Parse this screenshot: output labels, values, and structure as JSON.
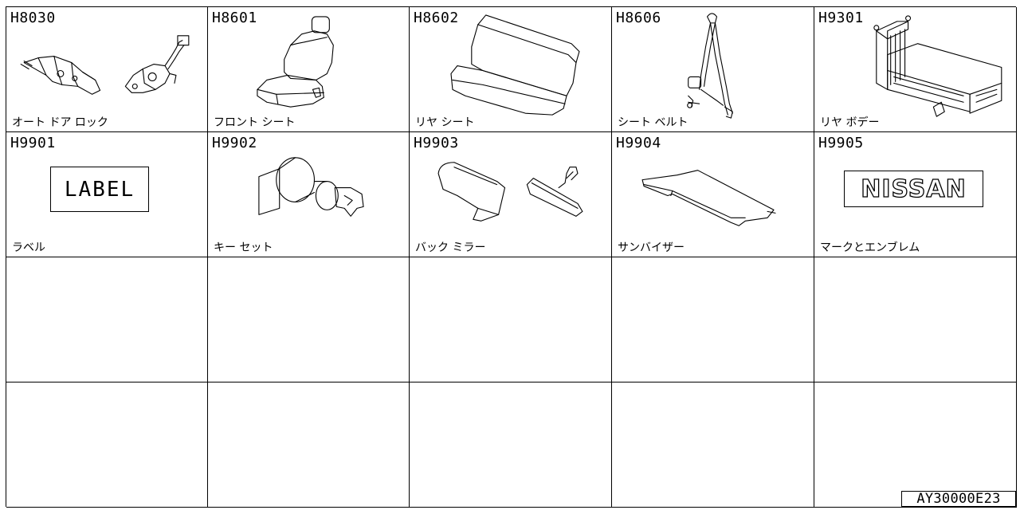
{
  "parts": [
    {
      "code": "H8030",
      "name": "オート ドア ロック",
      "icon": "door-lock-actuator-icon"
    },
    {
      "code": "H8601",
      "name": "フロント シート",
      "icon": "front-seat-icon"
    },
    {
      "code": "H8602",
      "name": "リヤ シート",
      "icon": "rear-seat-icon"
    },
    {
      "code": "H8606",
      "name": "シート ベルト",
      "icon": "seat-belt-icon"
    },
    {
      "code": "H9301",
      "name": "リヤ ボデー",
      "icon": "truck-bed-icon"
    },
    {
      "code": "H9901",
      "name": "ラベル",
      "icon": "label-plate-icon",
      "graphic_text": "LABEL"
    },
    {
      "code": "H9902",
      "name": "キー セット",
      "icon": "key-cylinder-icon"
    },
    {
      "code": "H9903",
      "name": "バック ミラー",
      "icon": "mirror-icon"
    },
    {
      "code": "H9904",
      "name": "サンバイザー",
      "icon": "sun-visor-icon"
    },
    {
      "code": "H9905",
      "name": "マークとエンブレム",
      "icon": "emblem-icon",
      "graphic_text": "NISSAN"
    }
  ],
  "diagram_id": "AY30000E23"
}
